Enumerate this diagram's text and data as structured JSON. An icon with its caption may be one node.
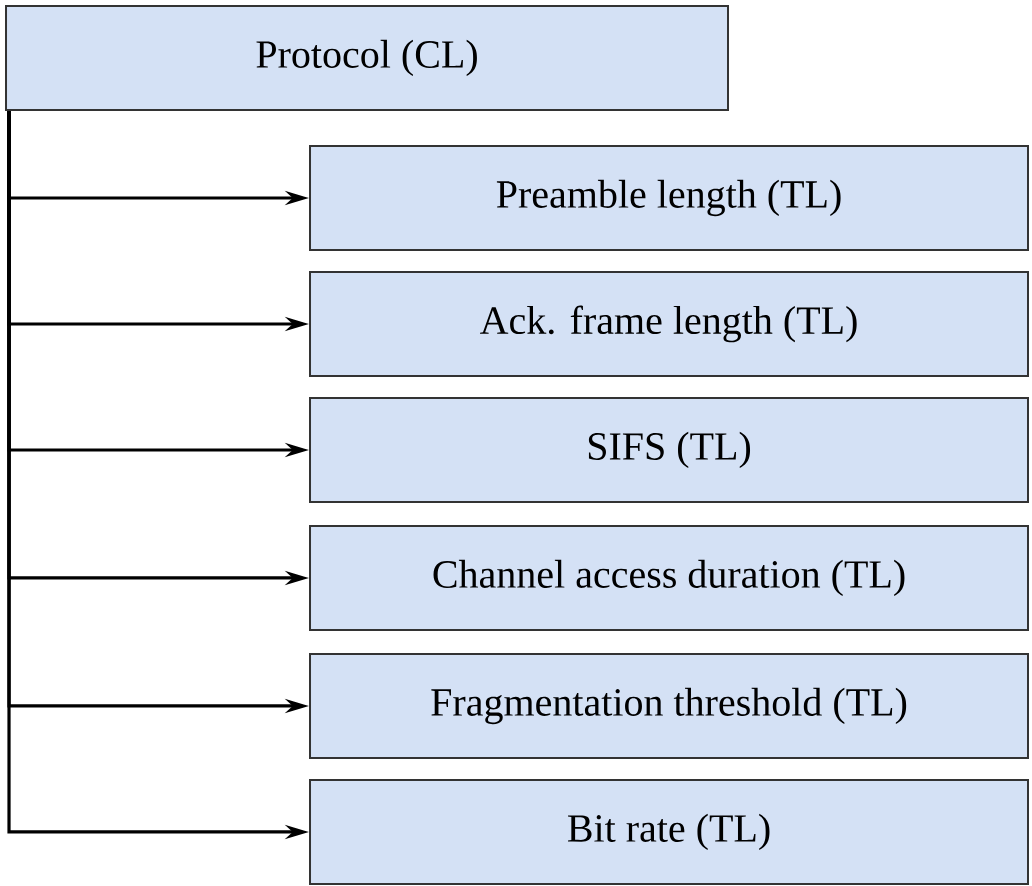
{
  "diagram": {
    "nodes": [
      {
        "text": [
          "Protocol (CL)"
        ]
      },
      {
        "text": [
          "Preamble length (TL)"
        ]
      },
      {
        "text": [
          "Ack. frame length (TL)"
        ]
      },
      {
        "text": [
          "SIFS (TL)"
        ]
      },
      {
        "text": [
          "Channel access duration (TL)"
        ]
      },
      {
        "text": [
          "Fragmentation threshold (TL)"
        ]
      },
      {
        "text": [
          "Bit rate (TL)"
        ]
      }
    ],
    "edges": [
      {
        "from": 0,
        "to": 1,
        "arrow": "to"
      },
      {
        "from": 0,
        "to": 2,
        "arrow": "to"
      },
      {
        "from": 0,
        "to": 3,
        "arrow": "to"
      },
      {
        "from": 0,
        "to": 4,
        "arrow": "to"
      },
      {
        "from": 0,
        "to": 5,
        "arrow": "to"
      },
      {
        "from": 0,
        "to": 6,
        "arrow": "to"
      }
    ]
  }
}
